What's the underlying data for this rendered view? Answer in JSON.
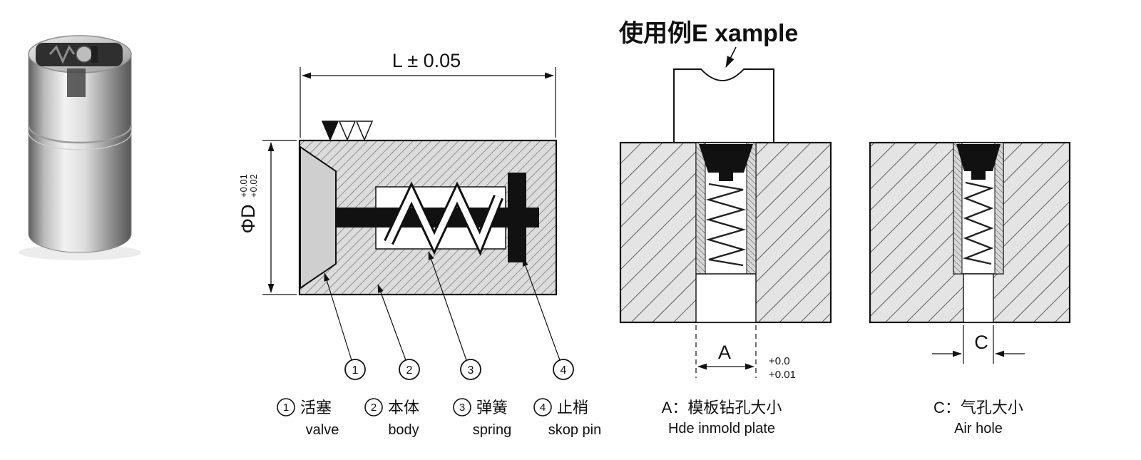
{
  "page": {
    "title": "使用例E xample"
  },
  "main_drawing": {
    "dim_length": "L ± 0.05",
    "dim_diameter": "ΦD",
    "dim_diameter_tol_top": "+0.01",
    "dim_diameter_tol_bottom": "+0.02"
  },
  "callouts": [
    {
      "num": "1",
      "zh": "活塞",
      "en": "valve"
    },
    {
      "num": "2",
      "zh": "本体",
      "en": "body"
    },
    {
      "num": "3",
      "zh": "弹簧",
      "en": "spring"
    },
    {
      "num": "4",
      "zh": "止梢",
      "en": "skop pin"
    }
  ],
  "example_a": {
    "dim_label": "A",
    "tol_top": "+0.0",
    "tol_bottom": "+0.01",
    "note_zh": "A：模板钻孔大小",
    "note_en": "Hde inmold plate"
  },
  "example_c": {
    "dim_label": "C",
    "note_zh": "C：气孔大小",
    "note_en": "Air hole"
  }
}
